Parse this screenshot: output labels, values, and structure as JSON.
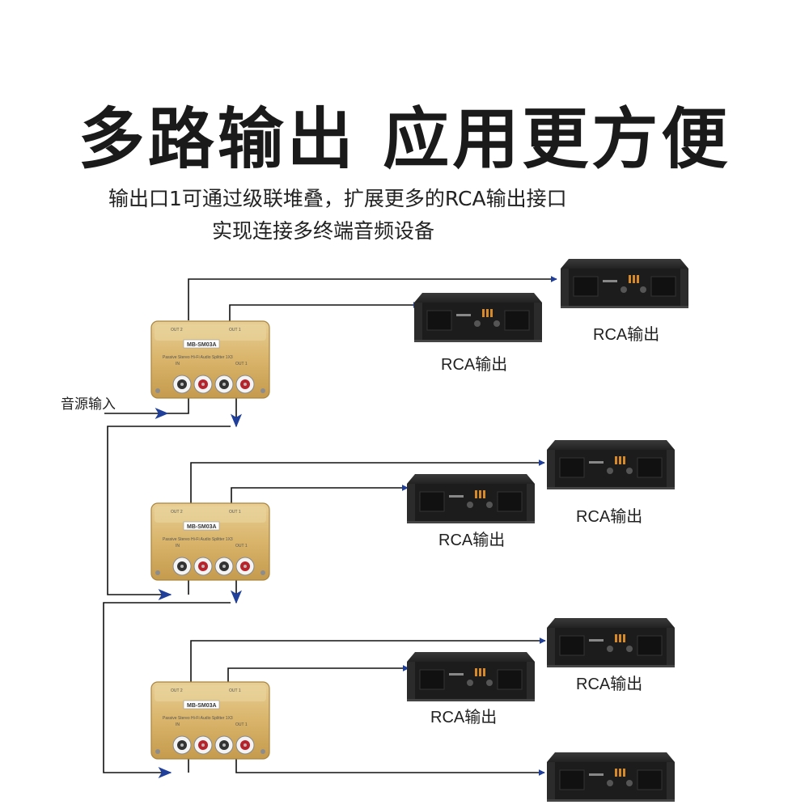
{
  "title": "多路输出 应用更方便",
  "subtitle_line1": "输出口1可通过级联堆叠，扩展更多的RCA输出接口",
  "subtitle_line2": "实现连接多终端音频设备",
  "input_label": "音源输入",
  "output_label": "RCA输出",
  "splitter": {
    "brand": "MB-SM03A",
    "model_text": "Passive Stereo Hi-Fi Audio Splitter 1X3",
    "out1": "OUT 1",
    "out2": "OUT 2",
    "in": "IN"
  },
  "colors": {
    "arrow": "#1f3f9a",
    "line": "#111111",
    "splitter_gold": "#d9b46a",
    "amp_body": "#1c1c1c"
  }
}
